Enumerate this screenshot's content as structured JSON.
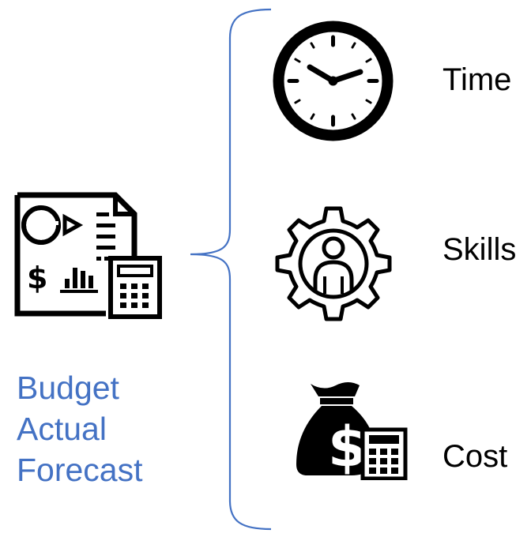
{
  "left": {
    "icon": "budget-document-calculator-icon",
    "lines": [
      "Budget",
      "Actual",
      "Forecast"
    ],
    "text_color": "#4472c4"
  },
  "brace": {
    "color": "#4472c4"
  },
  "items": [
    {
      "icon": "clock-icon",
      "label": "Time"
    },
    {
      "icon": "gear-person-icon",
      "label": "Skills"
    },
    {
      "icon": "money-bag-calculator-icon",
      "label": "Cost"
    }
  ]
}
